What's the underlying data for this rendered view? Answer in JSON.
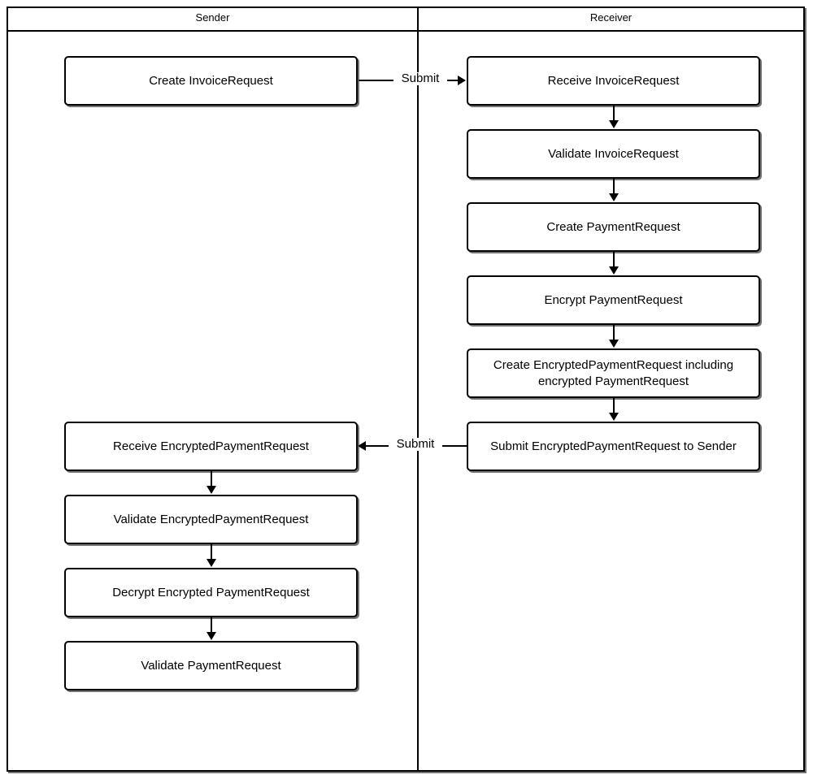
{
  "diagram": {
    "type": "swimlane-flowchart",
    "title": "",
    "lanes": [
      {
        "id": "sender",
        "label": "Sender"
      },
      {
        "id": "receiver",
        "label": "Receiver"
      }
    ],
    "nodes": [
      {
        "id": "n1",
        "lane": "sender",
        "label": "Create InvoiceRequest"
      },
      {
        "id": "n2",
        "lane": "receiver",
        "label": "Receive InvoiceRequest"
      },
      {
        "id": "n3",
        "lane": "receiver",
        "label": "Validate InvoiceRequest"
      },
      {
        "id": "n4",
        "lane": "receiver",
        "label": "Create PaymentRequest"
      },
      {
        "id": "n5",
        "lane": "receiver",
        "label": "Encrypt PaymentRequest"
      },
      {
        "id": "n6",
        "lane": "receiver",
        "label": "Create EncryptedPaymentRequest including encrypted PaymentRequest"
      },
      {
        "id": "n7",
        "lane": "receiver",
        "label": "Submit EncryptedPaymentRequest to Sender"
      },
      {
        "id": "n8",
        "lane": "sender",
        "label": "Receive EncryptedPaymentRequest"
      },
      {
        "id": "n9",
        "lane": "sender",
        "label": "Validate EncryptedPaymentRequest"
      },
      {
        "id": "n10",
        "lane": "sender",
        "label": "Decrypt Encrypted PaymentRequest"
      },
      {
        "id": "n11",
        "lane": "sender",
        "label": "Validate PaymentRequest"
      }
    ],
    "edges": [
      {
        "id": "e1",
        "from": "n1",
        "to": "n2",
        "label": "Submit",
        "direction": "right"
      },
      {
        "id": "e2",
        "from": "n2",
        "to": "n3",
        "label": "",
        "direction": "down"
      },
      {
        "id": "e3",
        "from": "n3",
        "to": "n4",
        "label": "",
        "direction": "down"
      },
      {
        "id": "e4",
        "from": "n4",
        "to": "n5",
        "label": "",
        "direction": "down"
      },
      {
        "id": "e5",
        "from": "n5",
        "to": "n6",
        "label": "",
        "direction": "down"
      },
      {
        "id": "e6",
        "from": "n6",
        "to": "n7",
        "label": "",
        "direction": "down"
      },
      {
        "id": "e7",
        "from": "n7",
        "to": "n8",
        "label": "Submit",
        "direction": "left"
      },
      {
        "id": "e8",
        "from": "n8",
        "to": "n9",
        "label": "",
        "direction": "down"
      },
      {
        "id": "e9",
        "from": "n9",
        "to": "n10",
        "label": "",
        "direction": "down"
      },
      {
        "id": "e10",
        "from": "n10",
        "to": "n11",
        "label": "",
        "direction": "down"
      }
    ],
    "colors": {
      "stroke": "#000000",
      "fill": "#ffffff",
      "text": "#000000"
    }
  }
}
